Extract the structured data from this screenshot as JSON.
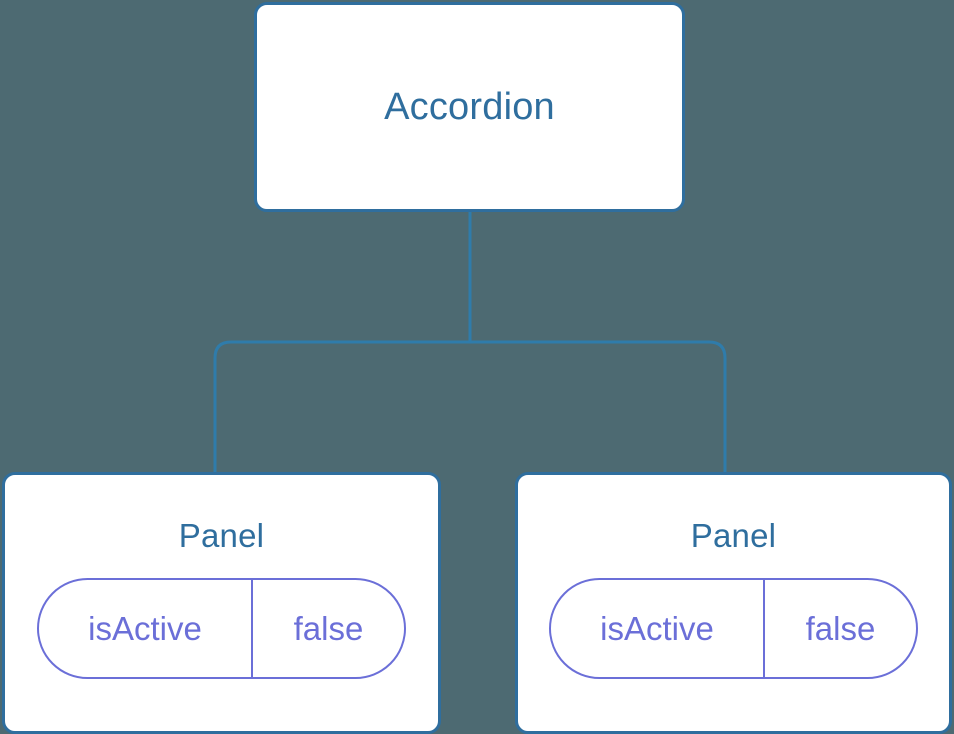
{
  "diagram": {
    "type": "component-tree",
    "background_color": "#4d6a72",
    "node_border_color": "#2f6e9e",
    "node_title_color": "#2f6e9e",
    "prop_color": "#6b6fd8",
    "edge_color": "#2f7cab",
    "root": {
      "title": "Accordion"
    },
    "children": [
      {
        "title": "Panel",
        "prop": {
          "key": "isActive",
          "value": "false"
        }
      },
      {
        "title": "Panel",
        "prop": {
          "key": "isActive",
          "value": "false"
        }
      }
    ]
  }
}
